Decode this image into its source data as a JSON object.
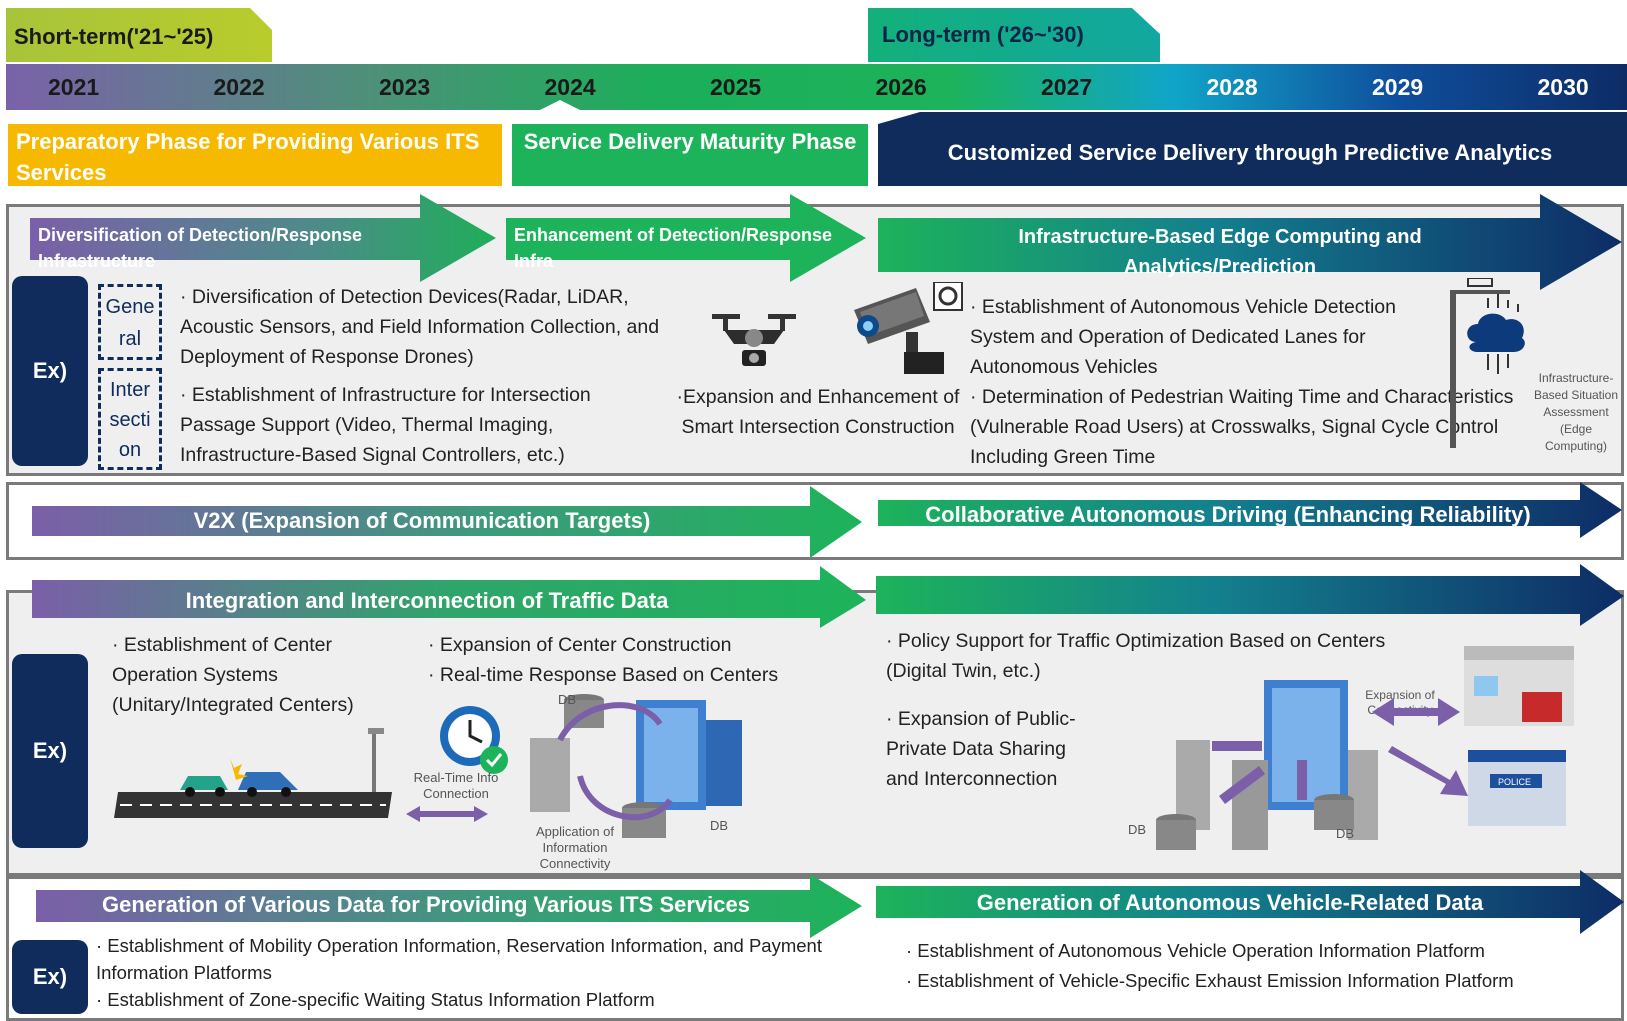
{
  "phases": {
    "short_term": "Short-term('21~'25)",
    "long_term": "Long-term ('26~'30)"
  },
  "years": [
    "2021",
    "2022",
    "2023",
    "2024",
    "2025",
    "2026",
    "2027",
    "2028",
    "2029",
    "2030"
  ],
  "stages": {
    "preparatory": "Preparatory Phase for Providing Various ITS Services",
    "maturity": "Service Delivery Maturity Phase",
    "customized": "Customized Service Delivery through Predictive Analytics"
  },
  "section1": {
    "arrow1": "Diversification of Detection/Response Infrastructure",
    "arrow2": "Enhancement of Detection/Response Infra",
    "arrow3": "Infrastructure-Based Edge Computing and Analytics/Prediction",
    "ex_label": "Ex)",
    "general_tag": "Gene ral",
    "intersection_tag": "Inter secti on",
    "general_text": "· Diversification of Detection Devices(Radar, LiDAR, Acoustic Sensors, and Field Information Collection, and Deployment of Response Drones)",
    "intersection_text": "· Establishment of Infrastructure for Intersection Passage Support (Video, Thermal Imaging, Infrastructure-Based Signal Controllers, etc.)",
    "smart_text": "·Expansion and Enhancement of Smart Intersection Construction",
    "av_text": "· Establishment of Autonomous Vehicle Detection System and Operation of Dedicated Lanes for Autonomous Vehicles",
    "ped_text": "· Determination of Pedestrian Waiting Time and Characteristics (Vulnerable Road Users) at Crosswalks, Signal Cycle Control Including Green Time",
    "edge_label": "Infrastructure-Based Situation Assessment (Edge Computing)"
  },
  "section2": {
    "arrow1": "V2X (Expansion of Communication Targets)",
    "arrow2": "Collaborative Autonomous Driving (Enhancing Reliability)"
  },
  "section3": {
    "arrow1": "Integration and Interconnection of Traffic Data",
    "ex_label": "Ex)",
    "center_ops": "· Establishment of Center Operation Systems (Unitary/Integrated Centers)",
    "center_exp": "· Expansion of Center Construction",
    "realtime": "· Real-time Response Based on Centers",
    "realtime_label": "Real-Time Info Connection",
    "db_label": "DB",
    "app_label": "Application of Information Connectivity",
    "policy": "· Policy Support for Traffic Optimization Based on Centers (Digital Twin, etc.)",
    "public_private": "· Expansion of Public-Private Data Sharing and Interconnection",
    "expansion_label": "Expansion of Connectivity",
    "police_label": "POLICE"
  },
  "section4": {
    "arrow1": "Generation of Various Data for Providing Various ITS Services",
    "arrow2": "Generation of Autonomous Vehicle-Related Data",
    "ex_label": "Ex)",
    "left_text1": "· Establishment of Mobility Operation Information, Reservation Information, and Payment Information Platforms",
    "left_text2": "· Establishment of Zone-specific Waiting Status Information Platform",
    "right_text1": "· Establishment of Autonomous Vehicle Operation Information Platform",
    "right_text2": "· Establishment of Vehicle-Specific Exhaust Emission Information Platform"
  },
  "colors": {
    "navy": "#0f2c5c",
    "green": "#1db35a",
    "purple": "#7b5fa8",
    "yellow": "#f7b800",
    "olive": "#b5c930",
    "teal": "#15a88a"
  }
}
